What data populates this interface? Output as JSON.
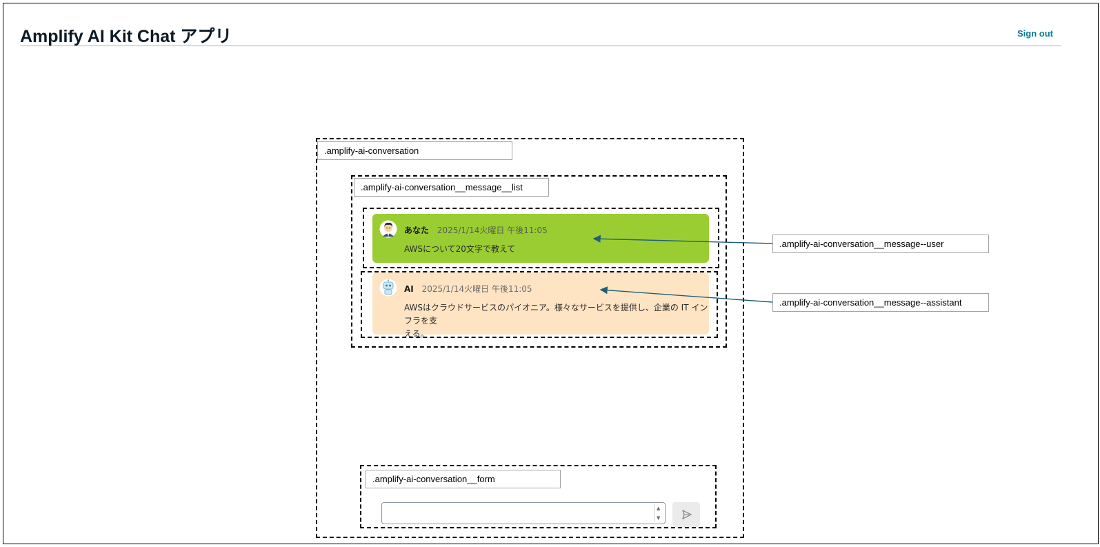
{
  "header": {
    "title": "Amplify AI Kit Chat アプリ",
    "sign_out_label": "Sign out"
  },
  "annotations": {
    "conversation": ".amplify-ai-conversation",
    "message_list": ".amplify-ai-conversation__message__list",
    "message_user": ".amplify-ai-conversation__message--user",
    "message_assistant": ".amplify-ai-conversation__message--assistant",
    "form": ".amplify-ai-conversation__form"
  },
  "messages": [
    {
      "role": "user",
      "name": "あなた",
      "timestamp": "2025/1/14火曜日 午後11:05",
      "body": "AWSについて20文字で教えて"
    },
    {
      "role": "assistant",
      "name": "AI",
      "timestamp": "2025/1/14火曜日 午後11:05",
      "body_line1": "AWSはクラウドサービスのパイオニア。様々なサービスを提供し、企業の IT インフラを支",
      "body_line2": "える。"
    }
  ],
  "form": {
    "input_value": "",
    "send_icon": "send-icon"
  },
  "colors": {
    "user_bubble": "#9acd32",
    "assistant_bubble": "#ffe4c4",
    "link": "#047d95",
    "arrow": "#1f5f7a"
  }
}
